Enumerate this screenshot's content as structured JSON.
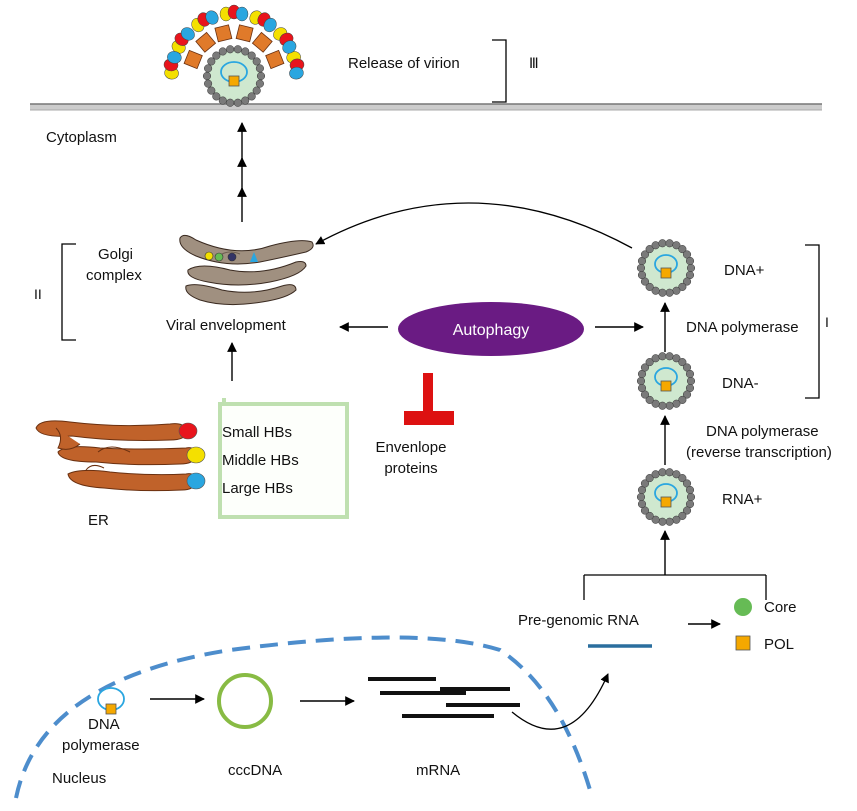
{
  "labels": {
    "release": "Release of virion",
    "roman_three": "Ⅲ",
    "cytoplasm": "Cytoplasm",
    "golgi_line1": "Golgi",
    "golgi_line2": "complex",
    "roman_two": "II",
    "viral_envelopment": "Viral envelopment",
    "autophagy": "Autophagy",
    "envelope_line1": "Envenlope",
    "envelope_line2": "proteins",
    "small_hbs": "Small HBs",
    "middle_hbs": "Middle HBs",
    "large_hbs": "Large HBs",
    "er": "ER",
    "dna_plus": "DNA+",
    "dna_polymerase": "DNA polymerase",
    "roman_one": "I",
    "dna_minus": "DNA-",
    "dna_pol_rt_line1": "DNA polymerase",
    "dna_pol_rt_line2": "(reverse transcription)",
    "rna_plus": "RNA+",
    "pregenomic_rna": "Pre-genomic RNA",
    "core": "Core",
    "pol": "POL",
    "dna_polymerase_nuc_line1": "DNA",
    "dna_polymerase_nuc_line2": "polymerase",
    "nucleus": "Nucleus",
    "cccdna": "cccDNA",
    "mrna": "mRNA"
  },
  "colors": {
    "autophagy": "#6a1b83",
    "organelle": "#c0622a",
    "golgi": "#a09080",
    "inhibit": "#dd1111",
    "nucleus_membrane": "#4d8dcc",
    "cccdna": "#88bb44",
    "capsid_fill": "#cfe8cf",
    "capsid_bead": "#777777",
    "rna": "#2a6e9e",
    "pol": "#f5a800",
    "core": "#66bb55",
    "hbs_red": "#e8141c",
    "hbs_yellow": "#f4e000",
    "hbs_blue": "#2aa6e0"
  }
}
